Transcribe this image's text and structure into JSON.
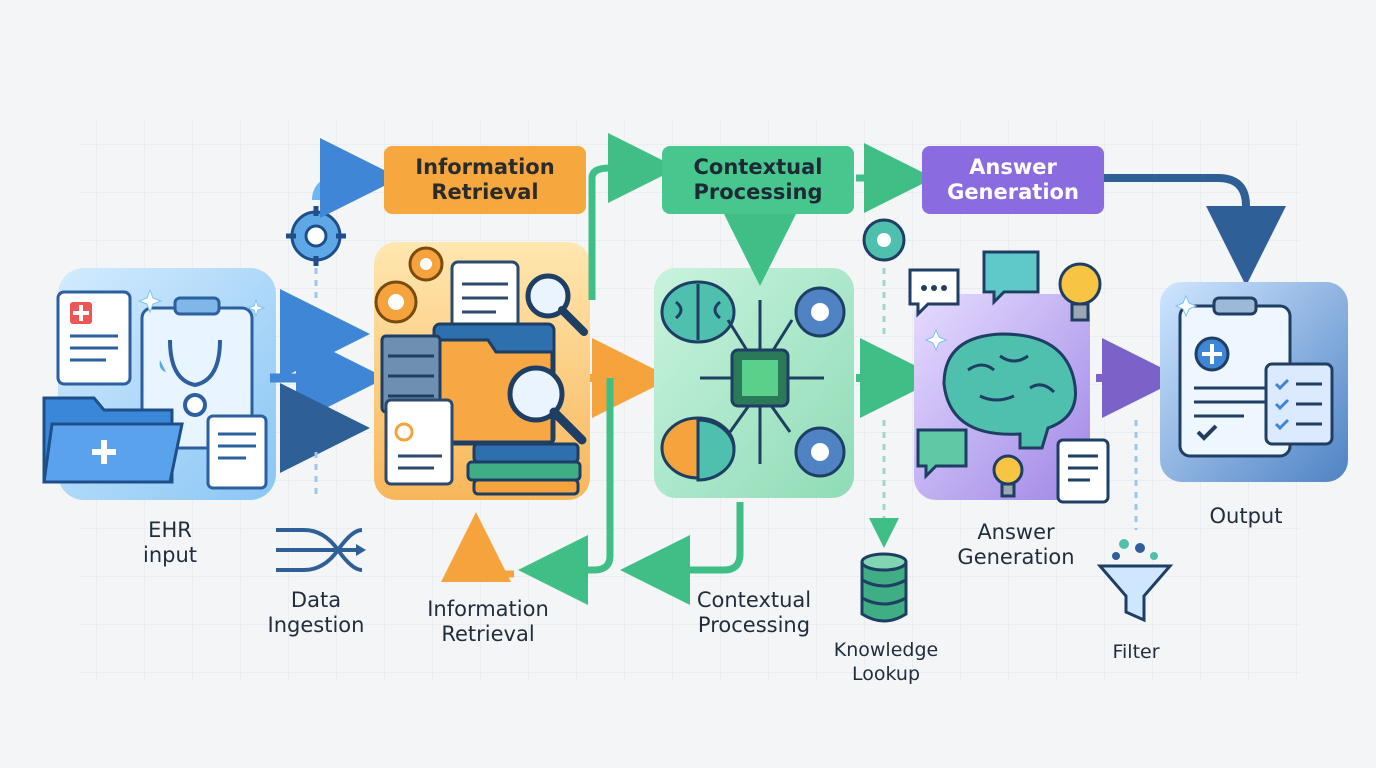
{
  "colors": {
    "blue": "#3f86d6",
    "orange": "#f5a33c",
    "green": "#3fbf86",
    "purple": "#8f6fd6",
    "navy": "#2f5f97",
    "tag_orange": "#f6a83e",
    "tag_green": "#47c78e",
    "tag_purple": "#8b6be0"
  },
  "top_tags": {
    "retrieval": "Information\nRetrieval",
    "contextual": "Contextual\nProcessing",
    "answer": "Answer\nGeneration"
  },
  "labels": {
    "ehr": "EHR\ninput",
    "ingestion": "Data\nIngestion",
    "retrieval": "Information\nRetrieval",
    "contextual": "Contextual\nProcessing",
    "knowledge": "Knowledge\nLookup",
    "answer": "Answer\nGeneration",
    "filter": "Filter",
    "output": "Output"
  },
  "icons": [
    "medical-document-icon",
    "clipboard-stethoscope-icon",
    "medical-folder-icon",
    "gear-icon",
    "documents-icon",
    "magnifier-icon",
    "folder-icon",
    "server-icon",
    "books-icon",
    "brain-icon",
    "chip-icon",
    "speech-bubble-icon",
    "lightbulb-icon",
    "database-icon",
    "funnel-icon",
    "checklist-icon",
    "merge-arrows-icon"
  ]
}
